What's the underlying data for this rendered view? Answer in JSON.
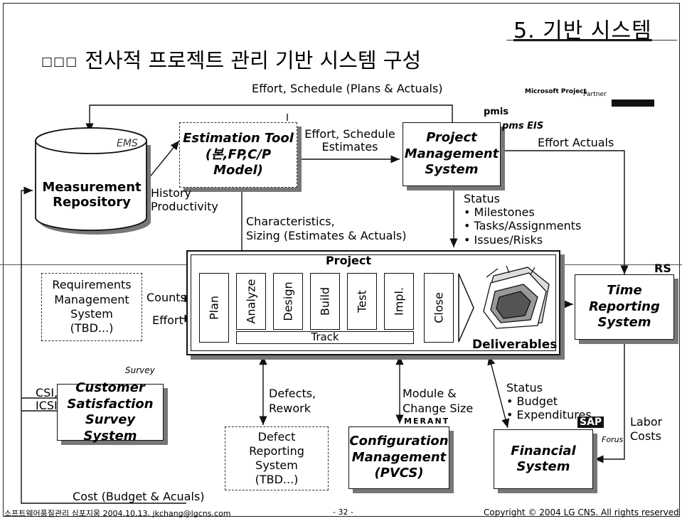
{
  "header": {
    "section_title": "5. 기반 시스템",
    "bullet_boxes": "□□□",
    "main_title": "전사적 프로젝트 관리 기반 시스템 구성"
  },
  "nodes": {
    "measurement_repository": "Measurement\nRepository",
    "estimation_tool": "Estimation Tool\n(본,FP,C/P\nModel)",
    "project_management_system": "Project\nManagement\nSystem",
    "requirements_management_system": "Requirements\nManagement\nSystem\n(TBD...)",
    "time_reporting_system": "Time\nReporting\nSystem",
    "customer_satisfaction_survey_system": "Customer\nSatisfaction\nSurvey System",
    "defect_reporting_system": "Defect\nReporting\nSystem\n(TBD...)",
    "configuration_management": "Configuration\nManagement\n(PVCS)",
    "financial_system": "Financial\nSystem"
  },
  "project": {
    "title": "Project",
    "phases": [
      "Plan",
      "Analyze",
      "Design",
      "Build",
      "Test",
      "Impl.",
      "Close"
    ],
    "track": "Track",
    "deliverables": "Deliverables"
  },
  "flows": {
    "effort_schedule_plans_actuals": "Effort, Schedule (Plans & Actuals)",
    "effort_schedule_estimates": "Effort, Schedule\nEstimates",
    "effort_actuals": "Effort Actuals",
    "history_productivity": "History\nProductivity",
    "characteristics_sizing": "Characteristics,\nSizing (Estimates & Actuals)",
    "status_list": "Status\n• Milestones\n• Tasks/Assignments\n• Issues/Risks",
    "counts": "Counts",
    "effort": "Effort",
    "csi_icsi": "CSI,\nICSI",
    "defects_rework": "Defects,\nRework",
    "module_change_size": "Module &\nChange Size",
    "status_budget": "Status\n• Budget\n• Expenditures",
    "labor_costs": "Labor\nCosts",
    "cost_budget_actuals": "Cost (Budget & Acuals)"
  },
  "logos": {
    "microsoft_project": "Microsoft Project",
    "partner": "Partner",
    "pmis": "pmis",
    "pms_eis": "pms EIS",
    "ems": "EMS",
    "rs": "RS",
    "survey": "Survey",
    "merant": "MERANT",
    "sap": "SAP",
    "forus": "Forus"
  },
  "footer": {
    "left": "소프트웨어품질관리 심포지움 2004.10.13, jkchang@lgcns.com",
    "page": "- 32 -",
    "copyright": "Copyright © 2004 LG CNS. All rights reserved"
  }
}
